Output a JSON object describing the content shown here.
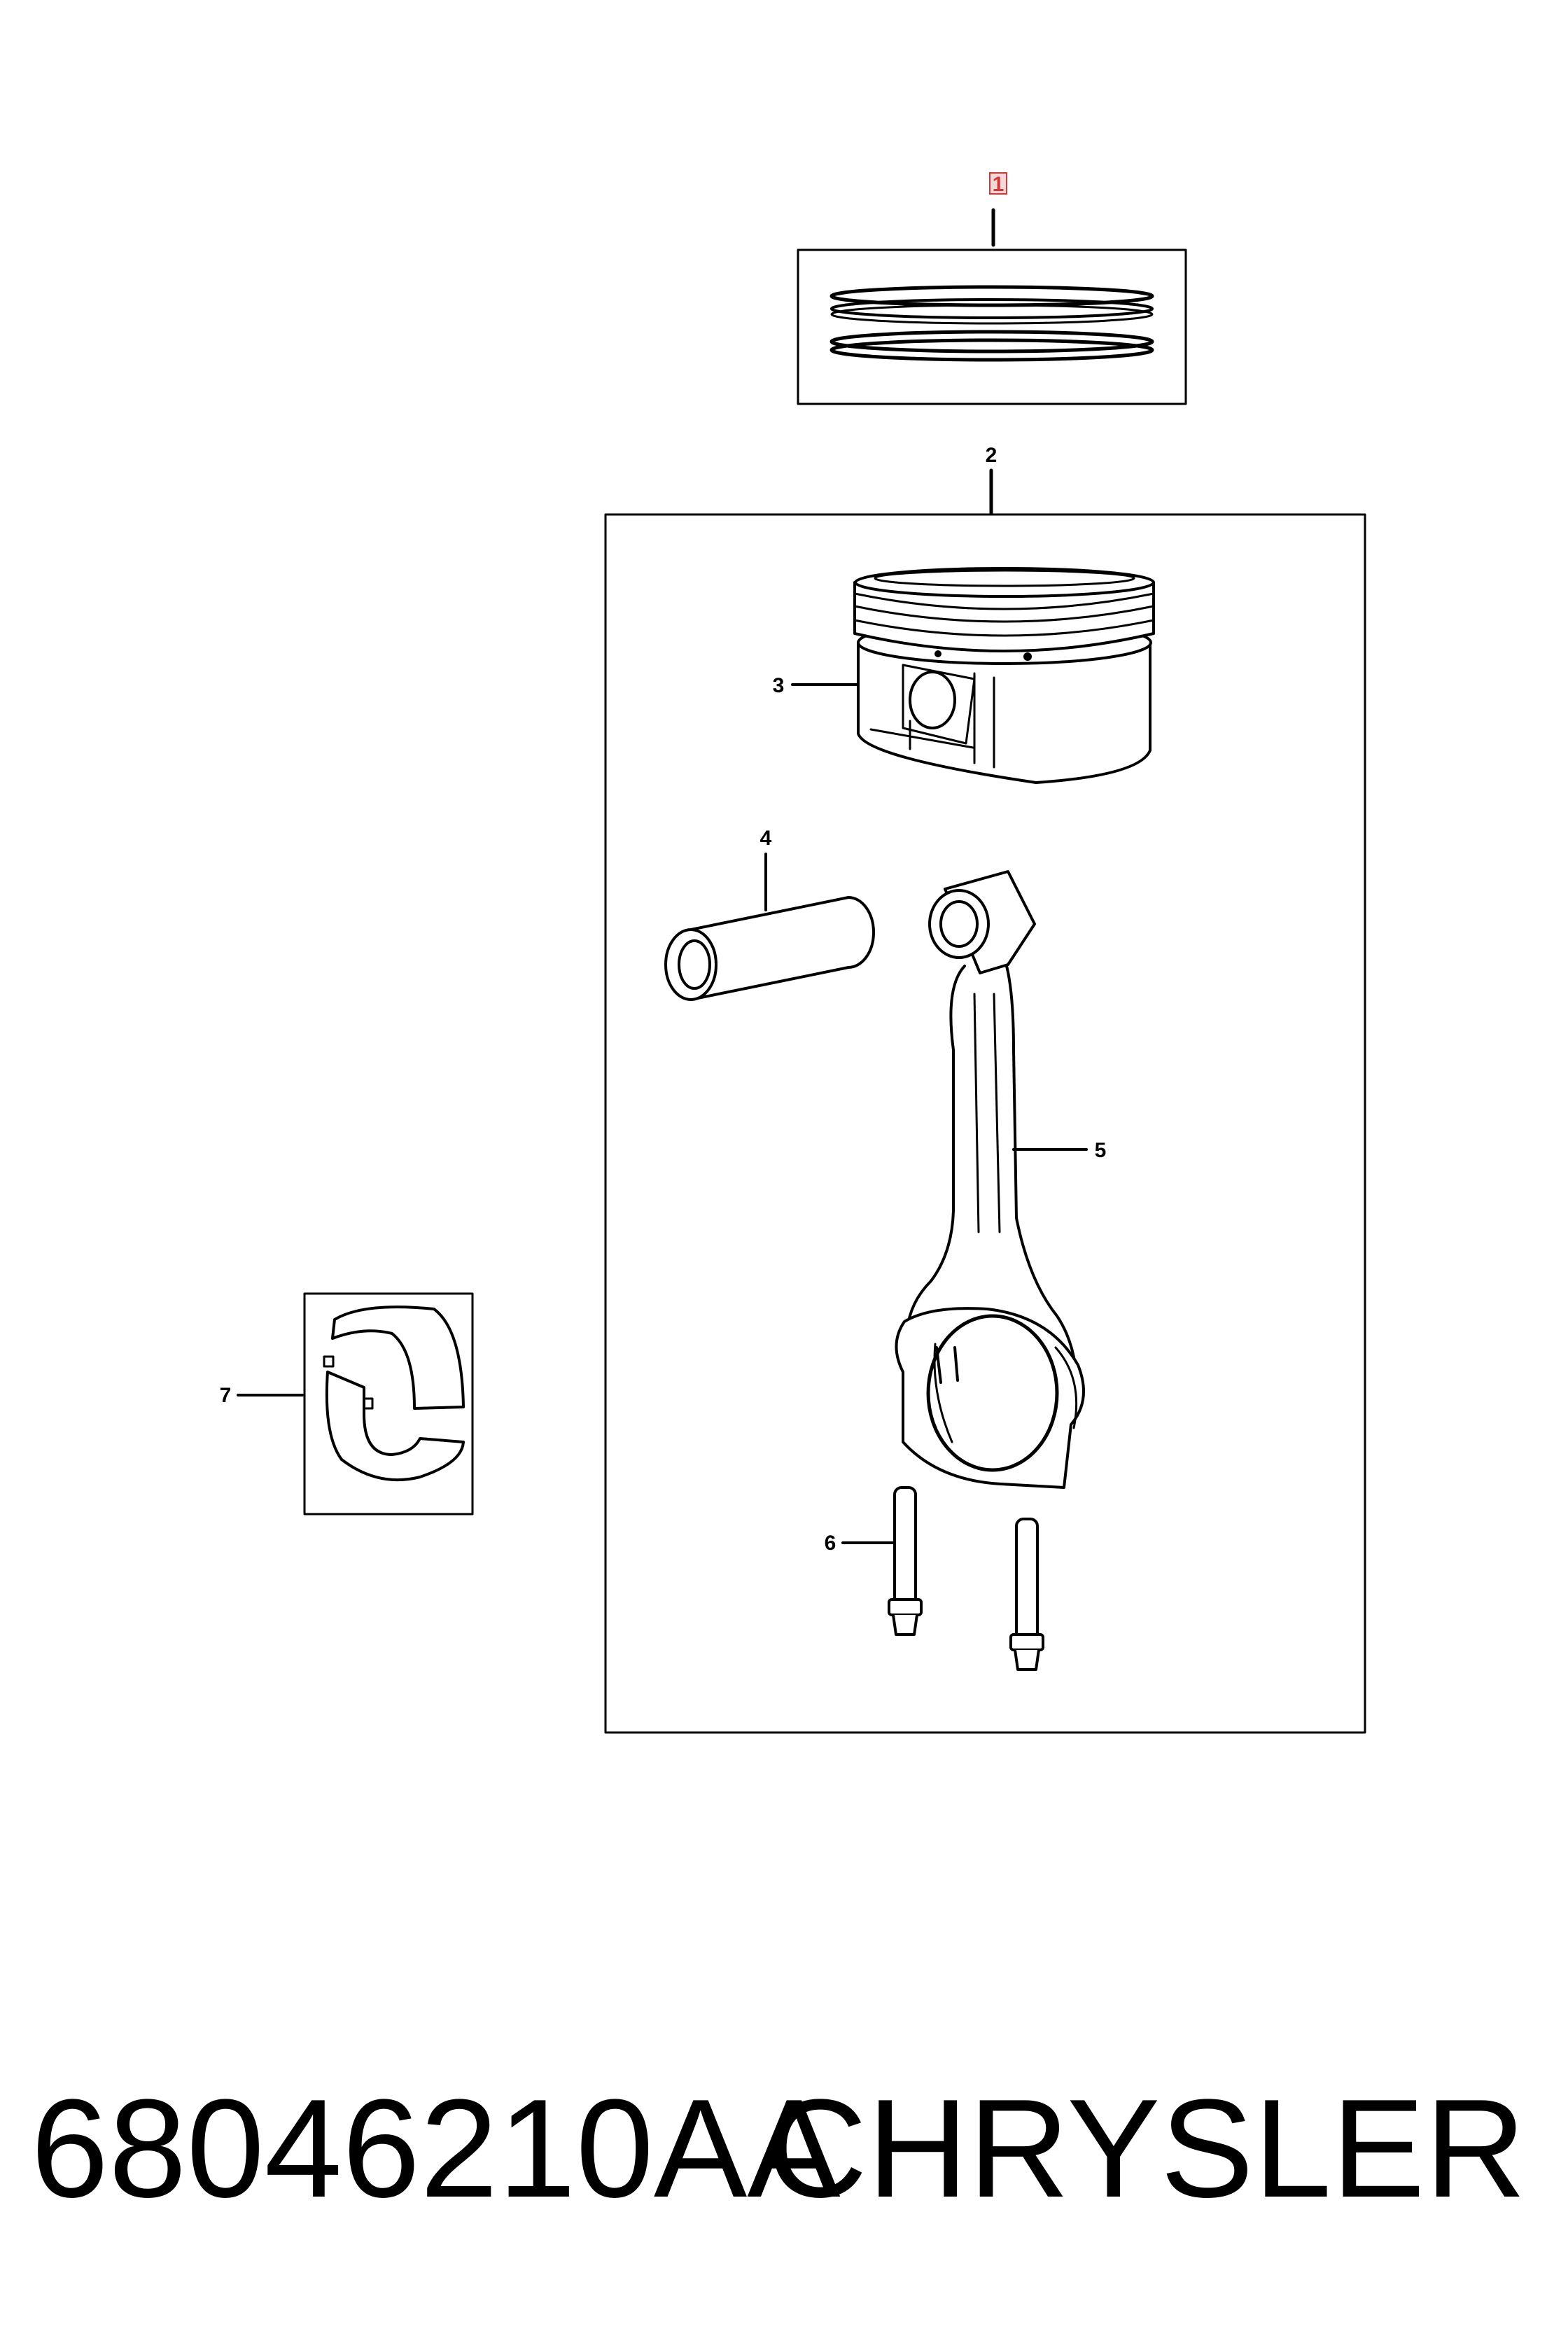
{
  "callouts": [
    "1",
    "2",
    "3",
    "4",
    "5",
    "6",
    "7"
  ],
  "footer": {
    "part_number": "68046210AA",
    "brand": "CHRYSLER"
  },
  "colors": {
    "line": "#000000",
    "background": "#ffffff",
    "highlight": "#d23a3a"
  }
}
